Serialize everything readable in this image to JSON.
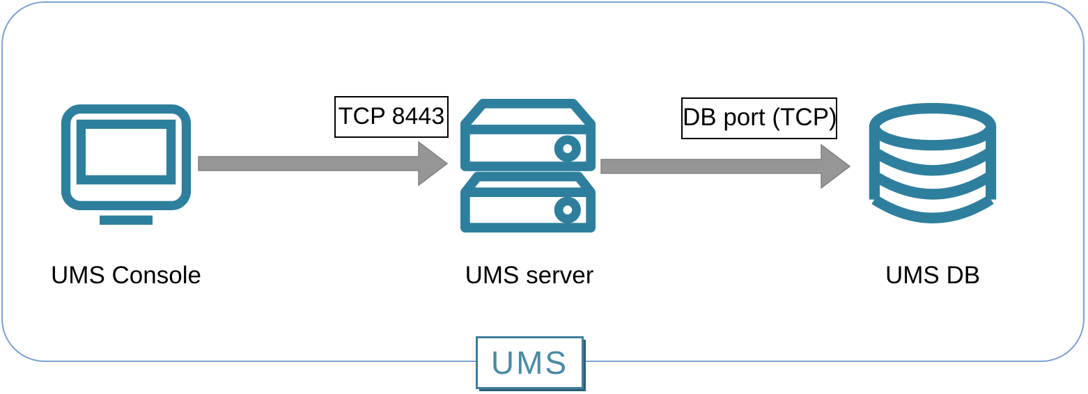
{
  "diagram": {
    "nodes": [
      {
        "label": "UMS Console",
        "icon": "monitor-icon"
      },
      {
        "label": "UMS server",
        "icon": "server-icon"
      },
      {
        "label": "UMS DB",
        "icon": "database-icon"
      }
    ],
    "connections": [
      {
        "from": "UMS Console",
        "to": "UMS server",
        "label": "TCP 8443",
        "direction": "right"
      },
      {
        "from": "UMS server",
        "to": "UMS DB",
        "label": "DB port (TCP)",
        "direction": "right"
      }
    ],
    "group_label": "UMS"
  },
  "colors": {
    "background": "#FFFFFF",
    "icon_teal": "#2E7F9E",
    "boundary_border": "#7D9FD6",
    "arrow_fill": "#969696",
    "arrow_outline": "#808080",
    "label_text": "#000000",
    "ums_box_border": "#3E7D9E",
    "ums_box_shadow": "#2B6075",
    "ums_logo_teal": "#4A8AA6"
  }
}
